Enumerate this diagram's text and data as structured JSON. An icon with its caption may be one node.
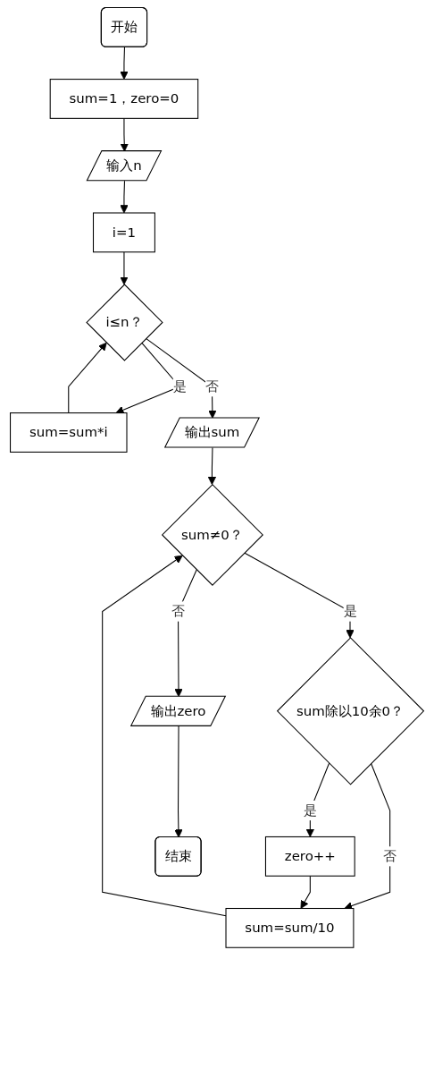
{
  "diagram": {
    "nodes": [
      {
        "text": [
          "开始"
        ]
      },
      {
        "text": [
          "sum=1，zero=0"
        ]
      },
      {
        "text": [
          "输入n"
        ]
      },
      {
        "text": [
          "i=1"
        ]
      },
      {
        "text": [
          "i≤n？"
        ]
      },
      {
        "text": [
          "sum=sum*i"
        ]
      },
      {
        "text": [
          "输出sum"
        ]
      },
      {
        "text": [
          "sum≠0？"
        ]
      },
      {
        "text": [
          "sum除以10余0？"
        ]
      },
      {
        "text": [
          "zero++"
        ]
      },
      {
        "text": [
          "sum=sum/10"
        ]
      },
      {
        "text": [
          "输出zero"
        ]
      },
      {
        "text": [
          "结束"
        ]
      }
    ],
    "edges": [
      {
        "from": 0,
        "to": 1,
        "arrow": "to"
      },
      {
        "from": 1,
        "to": 2,
        "arrow": "to"
      },
      {
        "from": 2,
        "to": 3,
        "arrow": "to"
      },
      {
        "from": 3,
        "to": 4,
        "arrow": "to"
      },
      {
        "from": 4,
        "to": 5,
        "arrow": "to",
        "label": "是"
      },
      {
        "from": 5,
        "to": 4,
        "arrow": "to"
      },
      {
        "from": 4,
        "to": 6,
        "arrow": "to",
        "label": "否"
      },
      {
        "from": 6,
        "to": 7,
        "arrow": "to"
      },
      {
        "from": 7,
        "to": 8,
        "arrow": "to",
        "label": "是"
      },
      {
        "from": 8,
        "to": 9,
        "arrow": "to",
        "label": "是"
      },
      {
        "from": 8,
        "to": 10,
        "arrow": "to",
        "label": "否"
      },
      {
        "from": 9,
        "to": 10,
        "arrow": "to"
      },
      {
        "from": 10,
        "to": 7,
        "arrow": "to"
      },
      {
        "from": 7,
        "to": 11,
        "arrow": "to",
        "label": "否"
      },
      {
        "from": 11,
        "to": 12,
        "arrow": "to"
      }
    ]
  }
}
